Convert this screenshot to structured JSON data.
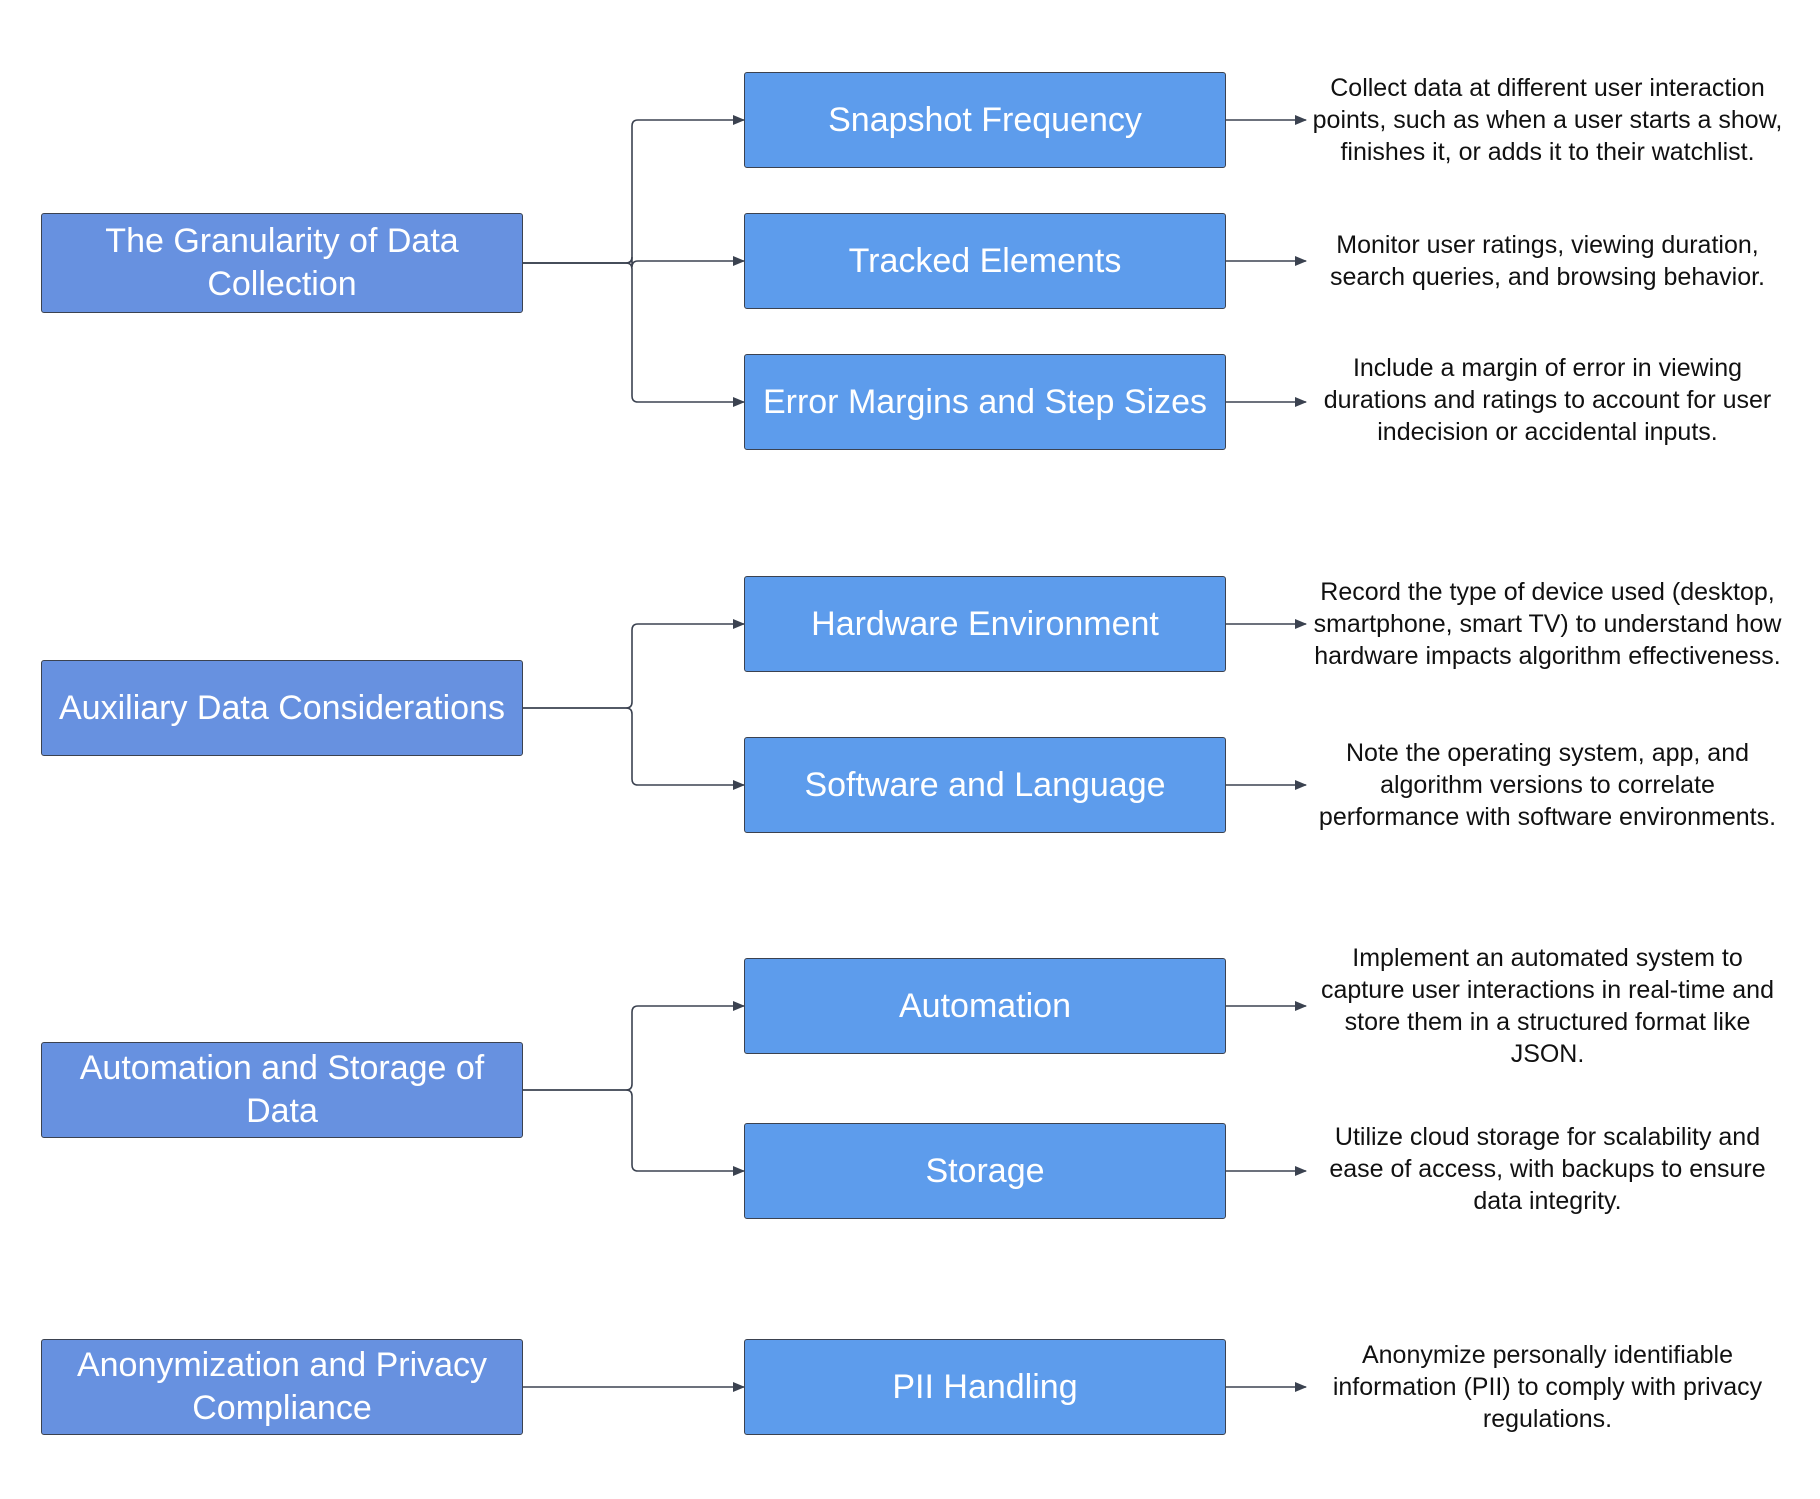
{
  "colors": {
    "category_fill": "#6791e0",
    "subtopic_fill": "#5d9cec",
    "connector": "#3b4250",
    "description_text": "#111111"
  },
  "groups": [
    {
      "category": "The Granularity of Data Collection",
      "items": [
        {
          "label": "Snapshot Frequency",
          "description": "Collect data at different user interaction points, such as when a user starts a show, finishes it, or adds it to their watchlist."
        },
        {
          "label": "Tracked Elements",
          "description": "Monitor user ratings, viewing duration, search queries, and browsing behavior."
        },
        {
          "label": "Error Margins and Step Sizes",
          "description": "Include a margin of error in viewing durations and ratings to account for user indecision or accidental inputs."
        }
      ]
    },
    {
      "category": "Auxiliary Data Considerations",
      "items": [
        {
          "label": "Hardware Environment",
          "description": "Record the type of device used (desktop, smartphone, smart TV) to understand how hardware impacts algorithm effectiveness."
        },
        {
          "label": "Software and Language",
          "description": "Note the operating system, app, and algorithm versions to correlate performance with software environments."
        }
      ]
    },
    {
      "category": "Automation and Storage of Data",
      "items": [
        {
          "label": "Automation",
          "description": "Implement an automated system to capture user interactions in real-time and store them in a structured format like JSON."
        },
        {
          "label": "Storage",
          "description": "Utilize cloud storage for scalability and ease of access, with backups to ensure data integrity."
        }
      ]
    },
    {
      "category": "Anonymization and Privacy Compliance",
      "items": [
        {
          "label": "PII Handling",
          "description": "Anonymize personally identifiable information (PII) to comply with privacy regulations."
        }
      ]
    }
  ]
}
